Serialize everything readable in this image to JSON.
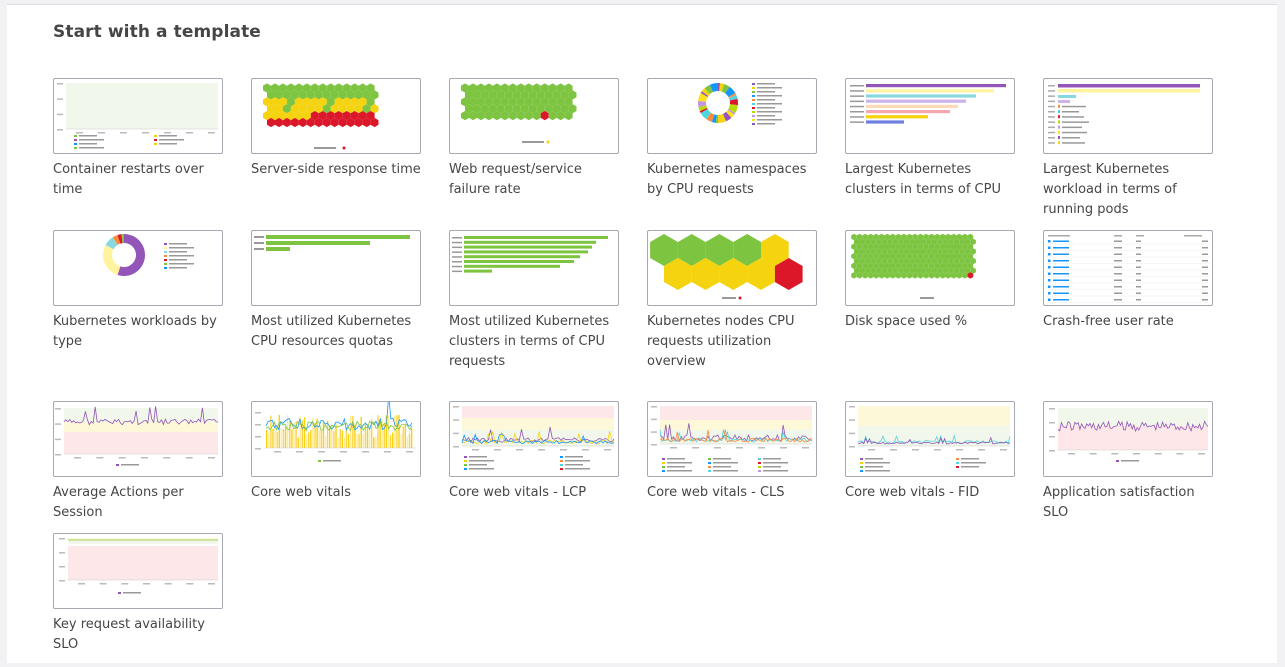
{
  "section": {
    "title": "Start with a template"
  },
  "templates": [
    {
      "label": "Container restarts over time",
      "preview": "container-restarts-line-chart"
    },
    {
      "label": "Server-side response time",
      "preview": "server-response-honeycomb"
    },
    {
      "label": "Web request/service failure rate",
      "preview": "failure-rate-honeycomb"
    },
    {
      "label": "Kubernetes namespaces by CPU requests",
      "preview": "namespaces-donut-chart"
    },
    {
      "label": "Largest Kubernetes clusters in terms of CPU",
      "preview": "clusters-bar-chart"
    },
    {
      "label": "Largest Kubernetes workload in terms of running pods",
      "preview": "workload-bar-chart"
    },
    {
      "label": "Kubernetes workloads by type",
      "preview": "workloads-donut-chart"
    },
    {
      "label": "Most utilized Kubernetes CPU resources quotas",
      "preview": "cpu-quota-bar-chart"
    },
    {
      "label": "Most utilized Kubernetes clusters in terms of CPU requests",
      "preview": "cluster-cpu-bar-chart"
    },
    {
      "label": "Kubernetes nodes CPU requests utilization overview",
      "preview": "nodes-honeycomb"
    },
    {
      "label": "Disk space used %",
      "preview": "disk-space-honeycomb"
    },
    {
      "label": "Crash-free user rate",
      "preview": "crash-free-table"
    },
    {
      "label": "Average Actions per Session",
      "preview": "actions-line-chart"
    },
    {
      "label": "Core web vitals",
      "preview": "web-vitals-bar-chart"
    },
    {
      "label": "Core web vitals - LCP",
      "preview": "lcp-line-chart"
    },
    {
      "label": "Core web vitals - CLS",
      "preview": "cls-line-chart"
    },
    {
      "label": "Core web vitals - FID",
      "preview": "fid-line-chart"
    },
    {
      "label": "Application satisfaction SLO",
      "preview": "satisfaction-line-chart"
    },
    {
      "label": "Key request availability SLO",
      "preview": "availability-line-chart"
    }
  ],
  "colors": {
    "green": "#7dc540",
    "yellow": "#f5d30f",
    "red": "#dc172a",
    "purple": "#9355b7",
    "blue": "#1496ff",
    "text": "#454646"
  }
}
